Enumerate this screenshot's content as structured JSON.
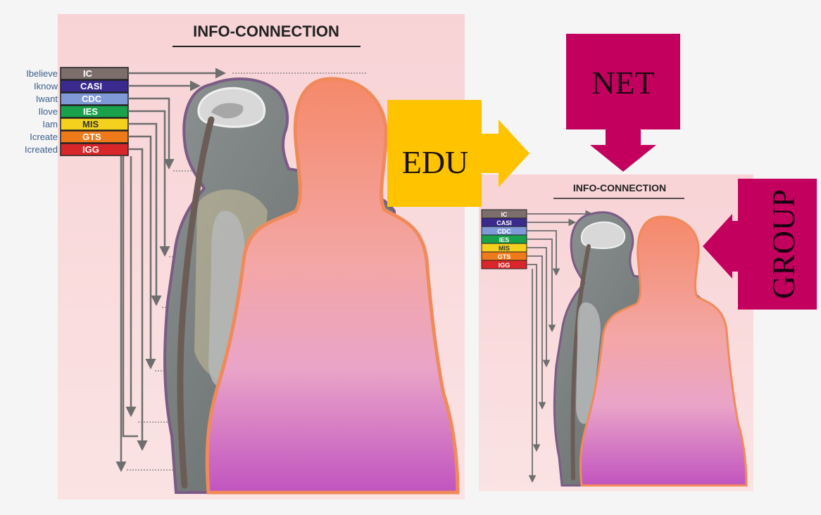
{
  "main_panel": {
    "title": "INFO-CONNECTION",
    "codes": [
      {
        "prefix": "Ibelieve",
        "code": "IC",
        "color": "#7c6e6a"
      },
      {
        "prefix": "Iknow",
        "code": "CASI",
        "color": "#3a2a8e"
      },
      {
        "prefix": "Iwant",
        "code": "CDC",
        "color": "#7f9ad6"
      },
      {
        "prefix": "Ilove",
        "code": "IES",
        "color": "#19a24b"
      },
      {
        "prefix": "Iam",
        "code": "MIS",
        "color": "#f2d21d"
      },
      {
        "prefix": "Icreate",
        "code": "GTS",
        "color": "#ee7a1a"
      },
      {
        "prefix": "Icreated",
        "code": "IGG",
        "color": "#d8262a"
      }
    ]
  },
  "small_panel": {
    "title": "INFO-CONNECTION",
    "codes": [
      "IC",
      "CASI",
      "CDC",
      "IES",
      "MIS",
      "GTS",
      "IGG"
    ]
  },
  "labels": {
    "edu": "EDU",
    "net": "NET",
    "group": "GROUP"
  },
  "colors": {
    "edu_yellow": "#ffc300",
    "magenta": "#c4005f",
    "panel_pink": "#fbdadb",
    "male_gray": "#6f7675",
    "female_top": "#f5896a",
    "female_bottom": "#c154bf",
    "arrow_gray": "#6e6e6e"
  }
}
